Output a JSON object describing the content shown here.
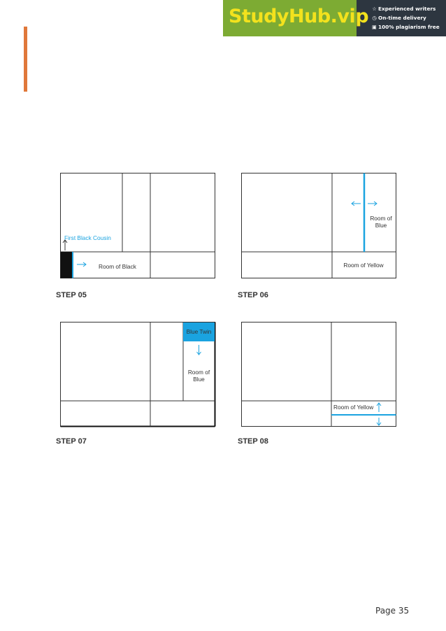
{
  "banner": {
    "logo_text": "StudyHub.vip",
    "features": [
      {
        "icon": "star-icon",
        "label": "Experienced writers"
      },
      {
        "icon": "clock-icon",
        "label": "On-time delivery"
      },
      {
        "icon": "document-check-icon",
        "label": "100% plagiarism free"
      }
    ]
  },
  "steps": [
    {
      "label": "STEP 05",
      "room_labels": [
        "First Black Cousin",
        "Room of Black"
      ]
    },
    {
      "label": "STEP 06",
      "room_labels": [
        "Room of",
        "Blue",
        "Room of Yellow"
      ]
    },
    {
      "label": "STEP 07",
      "room_labels": [
        "Blue Twin",
        "Room of",
        "Blue"
      ]
    },
    {
      "label": "STEP 08",
      "room_labels": [
        "Room of Yellow"
      ]
    }
  ],
  "page": {
    "label": "Page 35"
  },
  "colors": {
    "accent": "#e0783a",
    "blue": "#1aa3e0",
    "line": "#333333",
    "logo_bg": "#7dab33",
    "logo_text": "#f3e21d",
    "banner_bg": "#2d3640"
  }
}
